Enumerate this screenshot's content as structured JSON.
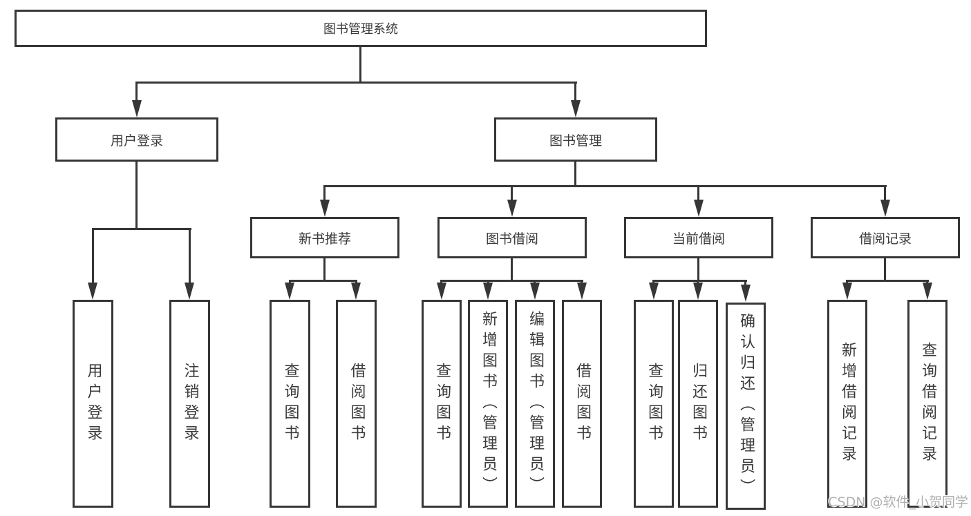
{
  "colors": {
    "line": "#363636",
    "text": "#3a3a3a",
    "box_bg": "#ffffff",
    "watermark": "#b0b0b0"
  },
  "watermark": {
    "text": "CSDN @软件_小贺同学"
  },
  "tree": {
    "root": "图书管理系统",
    "branches": [
      {
        "label": "用户登录",
        "children": [
          "用户登录",
          "注销登录"
        ]
      },
      {
        "label": "图书管理",
        "groups": [
          {
            "label": "新书推荐",
            "children": [
              "查询图书",
              "借阅图书"
            ]
          },
          {
            "label": "图书借阅",
            "children": [
              "查询图书",
              "新增图书（管理员）",
              "编辑图书（管理员）",
              "借阅图书"
            ]
          },
          {
            "label": "当前借阅",
            "children": [
              "查询图书",
              "归还图书",
              "确认归还（管理员）"
            ]
          },
          {
            "label": "借阅记录",
            "children": [
              "新增借阅记录",
              "查询借阅记录"
            ]
          }
        ]
      }
    ]
  }
}
